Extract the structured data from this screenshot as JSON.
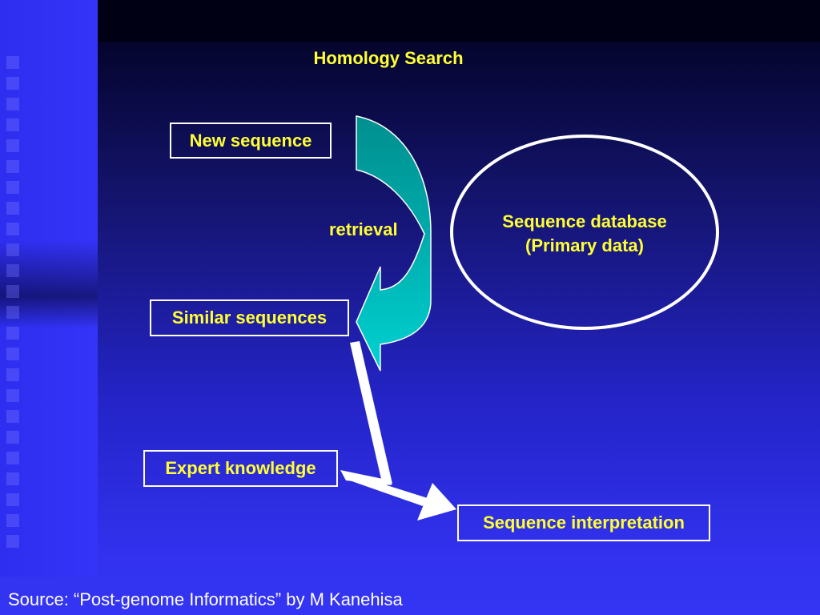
{
  "slide": {
    "title": "Homology Search",
    "boxes": {
      "new_sequence": "New sequence",
      "similar_sequences": "Similar sequences",
      "expert_knowledge": "Expert knowledge",
      "sequence_interpretation": "Sequence interpretation"
    },
    "arrow_label": "retrieval",
    "database": {
      "line1": "Sequence database",
      "line2": "(Primary data)"
    },
    "source": "Source:  “Post-genome Informatics” by M Kanehisa"
  },
  "colors": {
    "text_accent": "#ffff33",
    "box_border": "#ffffff",
    "arrow_teal_top": "#009999",
    "arrow_teal_bottom": "#00cccc",
    "background_bottom": "#3434f4"
  }
}
